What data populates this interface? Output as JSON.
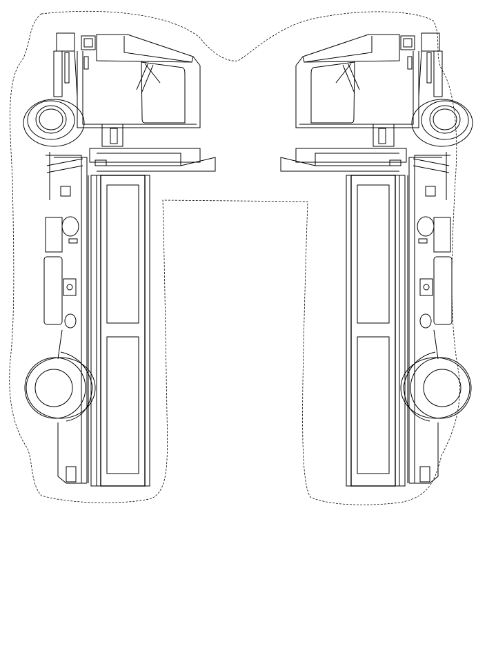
{
  "page": {
    "background": "#ffffff"
  },
  "drawing": {
    "style": {
      "line_color": "#000000",
      "cut_line": "dashed"
    },
    "parts": [
      {
        "name": "truck-left-side",
        "mirrored": false
      },
      {
        "name": "truck-right-side",
        "mirrored": true
      }
    ]
  }
}
